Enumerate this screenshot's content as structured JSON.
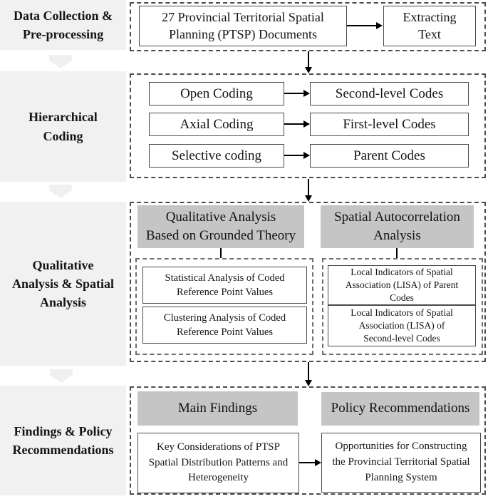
{
  "colors": {
    "stage_bg": "#f1f1f1",
    "chevron": "#f0f0f0",
    "header_bg": "#c5c5c5",
    "box_border": "#4a4a4a",
    "dashed_border": "#4d4d4d",
    "arrow": "#000000"
  },
  "stages": [
    {
      "label": "Data Collection &\nPre-processing"
    },
    {
      "label": "Hierarchical\nCoding"
    },
    {
      "label": "Qualitative\nAnalysis & Spatial\nAnalysis"
    },
    {
      "label": "Findings & Policy\nRecommendations"
    }
  ],
  "section1": {
    "doc_box": "27 Provincial Territorial Spatial\nPlanning (PTSP) Documents",
    "extract_box": "Extracting\nText"
  },
  "section2": {
    "rows": [
      {
        "left": "Open Coding",
        "right": "Second-level Codes"
      },
      {
        "left": "Axial Coding",
        "right": "First-level Codes"
      },
      {
        "left": "Selective coding",
        "right": "Parent Codes"
      }
    ]
  },
  "section3": {
    "left_header": "Qualitative Analysis\nBased on Grounded Theory",
    "right_header": "Spatial Autocorrelation\nAnalysis",
    "left_boxes": [
      "Statistical Analysis of Coded\nReference Point Values",
      "Clustering Analysis of Coded\nReference Point Values"
    ],
    "right_boxes": [
      "Local Indicators of Spatial\nAssociation (LISA) of Parent\nCodes",
      "Local Indicators of Spatial\nAssociation (LISA) of\nSecond-level Codes"
    ]
  },
  "section4": {
    "left_header": "Main Findings",
    "right_header": "Policy Recommendations",
    "left_box": "Key Considerations of PTSP\nSpatial Distribution Patterns and\nHeterogeneity",
    "right_box": "Opportunities for Constructing\nthe Provincial Territorial Spatial\nPlanning System"
  }
}
